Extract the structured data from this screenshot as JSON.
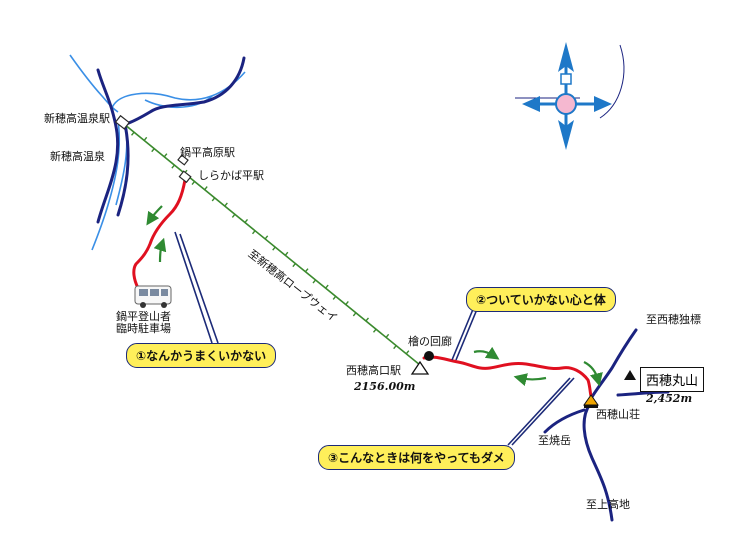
{
  "labels": {
    "shinhotaka_onsen_station": "新穂高温泉駅",
    "shinhotaka_onsen": "新穂高温泉",
    "nabedaira_kogen_station": "鍋平高原駅",
    "shirakabadaira_station": "しらかば平駅",
    "ropeway": "至新穂高ロープウェイ",
    "parking_line1": "鍋平登山者",
    "parking_line2": "臨時駐車場",
    "nishihotaka_guchi_station": "西穂高口駅",
    "hinoki_kairo": "檜の回廊",
    "nishihotaka_sanso": "西穂山荘",
    "to_nishiho_dokuhyo": "至西穂独標",
    "to_yakedake": "至焼岳",
    "to_kamikochi": "至上高地"
  },
  "peak": {
    "name": "西穂丸山",
    "elevation": "2,452m"
  },
  "station_elevation": "2156.00m",
  "callouts": {
    "c1": "①なんかうまくいかない",
    "c2": "②ついていかない心と体",
    "c3": "③こんなときは何をやってもダメ"
  },
  "colors": {
    "river": "#3a8fe6",
    "road": "#1b2380",
    "ropeway": "#3b8a2e",
    "route": "#e01020",
    "arrow": "#2f8a32",
    "callout_fill": "#ffef5a",
    "compass": "#1e78c8"
  }
}
